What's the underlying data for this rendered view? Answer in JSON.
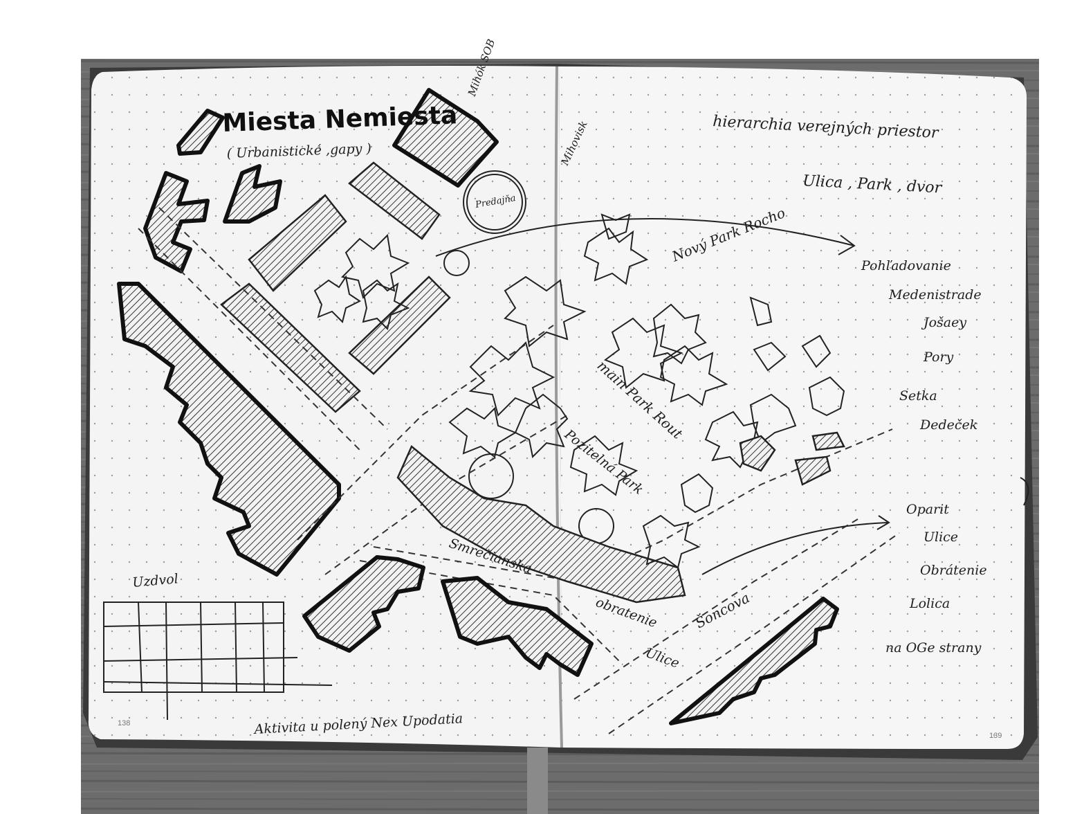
{
  "left_page": {
    "title": "Miesta Nemiesta",
    "subtitle": "( Urbanistické ,gapy )",
    "label_mihok_sob": "Mihók SOB",
    "label_mihovisk": "Mihovisk",
    "label_predajna": "Predajňa",
    "label_smreciansk": "Smrečianska",
    "label_uzdod": "Uzdvol",
    "label_bottom": "Aktivita u polený  Nex Upodatia",
    "page_number": "138"
  },
  "right_page": {
    "heading": "hierarchia verejných priestor",
    "line2": "Ulica , Park , dvor",
    "label_novy_park": "Nový Park Rocho",
    "label_main_park_route": "main Park Rout",
    "label_pozitelna_park": "Pozitelná Park",
    "label_obratenie": "obratenie",
    "label_ulice": "Ulice",
    "label_soncova": "Šoncova",
    "list1": [
      "Pohľadovanie",
      "Medenistrade",
      "Jošaey",
      "Pory",
      "Setka",
      "Dedeček"
    ],
    "list2": [
      "Oparit",
      "Ulice",
      "Obrátenie",
      "Lolica",
      "na OGe strany"
    ],
    "page_number": "139"
  }
}
